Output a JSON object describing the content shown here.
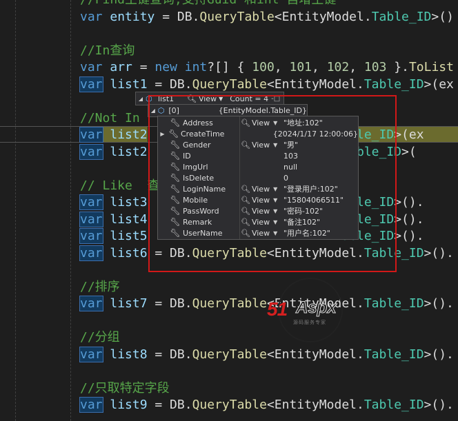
{
  "code_lines": [
    {
      "parts": [
        [
          "cmt",
          "//Find主键查询,支持Guid 和int 自增主键"
        ]
      ]
    },
    {
      "parts": [
        [
          "kw",
          "var"
        ],
        [
          "op",
          " "
        ],
        [
          "id",
          "entity"
        ],
        [
          "op",
          " = DB."
        ],
        [
          "mt",
          "QueryTable"
        ],
        [
          "op",
          "<EntityModel."
        ],
        [
          "ty",
          "Table_ID"
        ],
        [
          "op",
          ">()"
        ]
      ]
    },
    {
      "parts": []
    },
    {
      "parts": [
        [
          "cmt",
          "//In查询"
        ]
      ]
    },
    {
      "parts": [
        [
          "kw",
          "var"
        ],
        [
          "op",
          " "
        ],
        [
          "id",
          "arr"
        ],
        [
          "op",
          " = "
        ],
        [
          "kw",
          "new"
        ],
        [
          "op",
          " "
        ],
        [
          "kw",
          "int"
        ],
        [
          "op",
          "?[] { "
        ],
        [
          "nm",
          "100"
        ],
        [
          "op",
          ", "
        ],
        [
          "nm",
          "101"
        ],
        [
          "op",
          ", "
        ],
        [
          "nm",
          "102"
        ],
        [
          "op",
          ", "
        ],
        [
          "nm",
          "103"
        ],
        [
          "op",
          " }."
        ],
        [
          "mt",
          "ToList"
        ]
      ]
    },
    {
      "parts": [
        [
          "kwb",
          "var"
        ],
        [
          "op",
          " "
        ],
        [
          "id",
          "list1"
        ],
        [
          "op",
          " = DB."
        ],
        [
          "mt",
          "QueryTable"
        ],
        [
          "op",
          "<EntityModel."
        ],
        [
          "ty",
          "Table_ID"
        ],
        [
          "op",
          ">(ex"
        ]
      ]
    },
    {
      "parts": []
    },
    {
      "parts": [
        [
          "cmt",
          "//Not In"
        ]
      ]
    },
    {
      "parts": [
        [
          "kwb",
          "var"
        ],
        [
          "op",
          " "
        ],
        [
          "id",
          "list2"
        ],
        [
          "op",
          "                        ."
        ],
        [
          "ty",
          "Table_ID"
        ],
        [
          "op",
          ">(ex"
        ]
      ]
    },
    {
      "parts": [
        [
          "kwb",
          "var"
        ],
        [
          "op",
          " "
        ],
        [
          "id",
          "list2"
        ],
        [
          "op",
          "                       el."
        ],
        [
          "ty",
          "Table_ID"
        ],
        [
          "op",
          ">("
        ]
      ]
    },
    {
      "parts": []
    },
    {
      "parts": [
        [
          "cmt",
          "// Like  查"
        ]
      ]
    },
    {
      "parts": [
        [
          "kwb",
          "var"
        ],
        [
          "op",
          " "
        ],
        [
          "id",
          "list3"
        ],
        [
          "op",
          "                        ."
        ],
        [
          "ty",
          "Table_ID"
        ],
        [
          "op",
          ">()."
        ]
      ]
    },
    {
      "parts": [
        [
          "kwb",
          "var"
        ],
        [
          "op",
          " "
        ],
        [
          "id",
          "list4"
        ],
        [
          "op",
          "                        ."
        ],
        [
          "ty",
          "Table_ID"
        ],
        [
          "op",
          ">()."
        ]
      ]
    },
    {
      "parts": [
        [
          "kwb",
          "var"
        ],
        [
          "op",
          " "
        ],
        [
          "id",
          "list5"
        ],
        [
          "op",
          "                        ."
        ],
        [
          "ty",
          "Table_ID"
        ],
        [
          "op",
          ">()."
        ]
      ]
    },
    {
      "parts": [
        [
          "kwb",
          "var"
        ],
        [
          "op",
          " "
        ],
        [
          "id",
          "list6"
        ],
        [
          "op",
          " = DB."
        ],
        [
          "mt",
          "QueryTable"
        ],
        [
          "op",
          "<EntityModel."
        ],
        [
          "ty",
          "Table_ID"
        ],
        [
          "op",
          ">()."
        ]
      ]
    },
    {
      "parts": []
    },
    {
      "parts": [
        [
          "cmt",
          "//排序"
        ]
      ]
    },
    {
      "parts": [
        [
          "kwb",
          "var"
        ],
        [
          "op",
          " "
        ],
        [
          "id",
          "list7"
        ],
        [
          "op",
          " = DB."
        ],
        [
          "mt",
          "QueryTable"
        ],
        [
          "op",
          "<EntityModel."
        ],
        [
          "ty",
          "Table_ID"
        ],
        [
          "op",
          ">()."
        ]
      ]
    },
    {
      "parts": []
    },
    {
      "parts": [
        [
          "cmt",
          "//分组"
        ]
      ]
    },
    {
      "parts": [
        [
          "kwb",
          "var"
        ],
        [
          "op",
          " "
        ],
        [
          "id",
          "list8"
        ],
        [
          "op",
          " = DB."
        ],
        [
          "mt",
          "QueryTable"
        ],
        [
          "op",
          "<EntityModel."
        ],
        [
          "ty",
          "Table_ID"
        ],
        [
          "op",
          ">()."
        ]
      ]
    },
    {
      "parts": []
    },
    {
      "parts": [
        [
          "cmt",
          "//只取特定字段"
        ]
      ]
    },
    {
      "parts": [
        [
          "kwb",
          "var"
        ],
        [
          "op",
          " "
        ],
        [
          "id",
          "list9"
        ],
        [
          "op",
          " = DB."
        ],
        [
          "mt",
          "QueryTable"
        ],
        [
          "op",
          "<EntityModel."
        ],
        [
          "ty",
          "Table_ID"
        ],
        [
          "op",
          ">()."
        ]
      ]
    }
  ],
  "datatip": {
    "variable": "list1",
    "view_label": "View",
    "count_label": "Count = 4",
    "item_index": "[0]",
    "item_type": "{EntityModel.Table_ID}",
    "properties": [
      {
        "name": "Address",
        "view": true,
        "value": "\"地址:102\""
      },
      {
        "name": "CreateTime",
        "view": false,
        "value": "{2024/1/17 12:00:06}",
        "expand": true
      },
      {
        "name": "Gender",
        "view": true,
        "value": "\"男\""
      },
      {
        "name": "ID",
        "view": false,
        "value": "103"
      },
      {
        "name": "ImgUrl",
        "view": false,
        "value": "null"
      },
      {
        "name": "IsDelete",
        "view": false,
        "value": "0"
      },
      {
        "name": "LoginName",
        "view": true,
        "value": "\"登录用户:102\""
      },
      {
        "name": "Mobile",
        "view": true,
        "value": "\"15804066511\""
      },
      {
        "name": "PassWord",
        "view": true,
        "value": "\"密码-102\""
      },
      {
        "name": "Remark",
        "view": true,
        "value": "\"备注102\""
      },
      {
        "name": "UserName",
        "view": true,
        "value": "\"用户名:102\""
      }
    ]
  },
  "watermark": {
    "brand_a": "51",
    "brand_b": "Aspx",
    "tagline": "源码服务专家"
  },
  "colors": {
    "highlight_box": "#d21818",
    "keyword": "#569cd6",
    "comment": "#57a64a",
    "type": "#4ec9b0",
    "method": "#dcdcaa"
  }
}
